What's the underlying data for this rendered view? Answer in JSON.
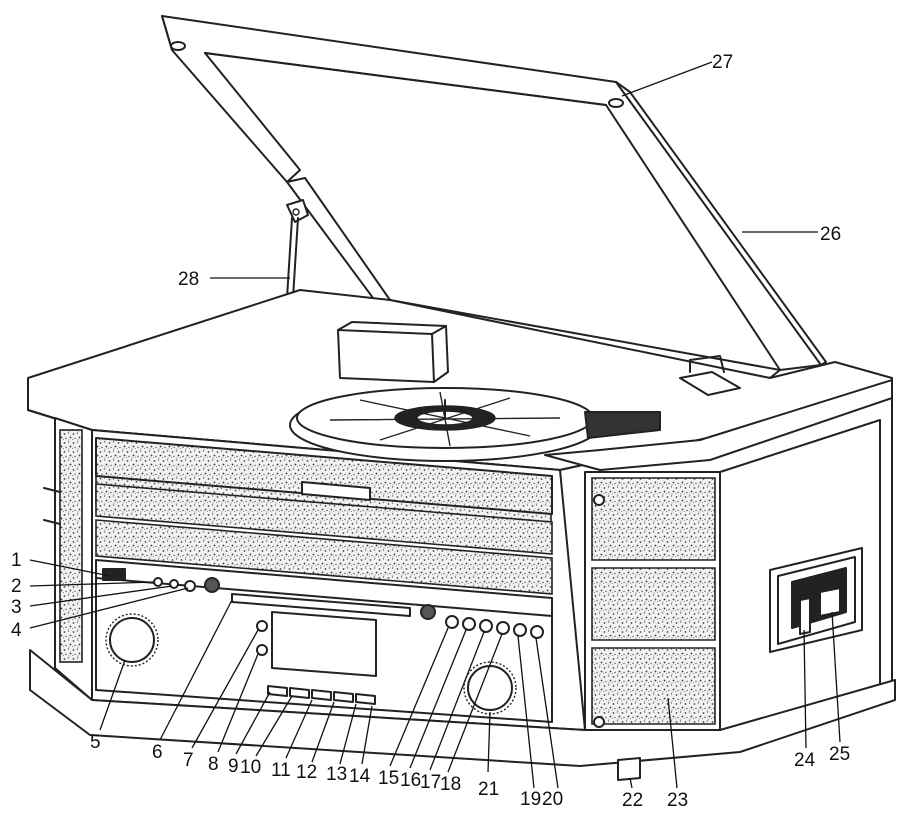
{
  "diagram": {
    "subject": "turntable",
    "callouts": [
      {
        "num": "1"
      },
      {
        "num": "2"
      },
      {
        "num": "3"
      },
      {
        "num": "4"
      },
      {
        "num": "5"
      },
      {
        "num": "6"
      },
      {
        "num": "7"
      },
      {
        "num": "8"
      },
      {
        "num": "9"
      },
      {
        "num": "10"
      },
      {
        "num": "11"
      },
      {
        "num": "12"
      },
      {
        "num": "13"
      },
      {
        "num": "14"
      },
      {
        "num": "15"
      },
      {
        "num": "16"
      },
      {
        "num": "17"
      },
      {
        "num": "18"
      },
      {
        "num": "19"
      },
      {
        "num": "20"
      },
      {
        "num": "21"
      },
      {
        "num": "22"
      },
      {
        "num": "23"
      },
      {
        "num": "24"
      },
      {
        "num": "25"
      },
      {
        "num": "26"
      },
      {
        "num": "27"
      },
      {
        "num": "28"
      }
    ]
  }
}
